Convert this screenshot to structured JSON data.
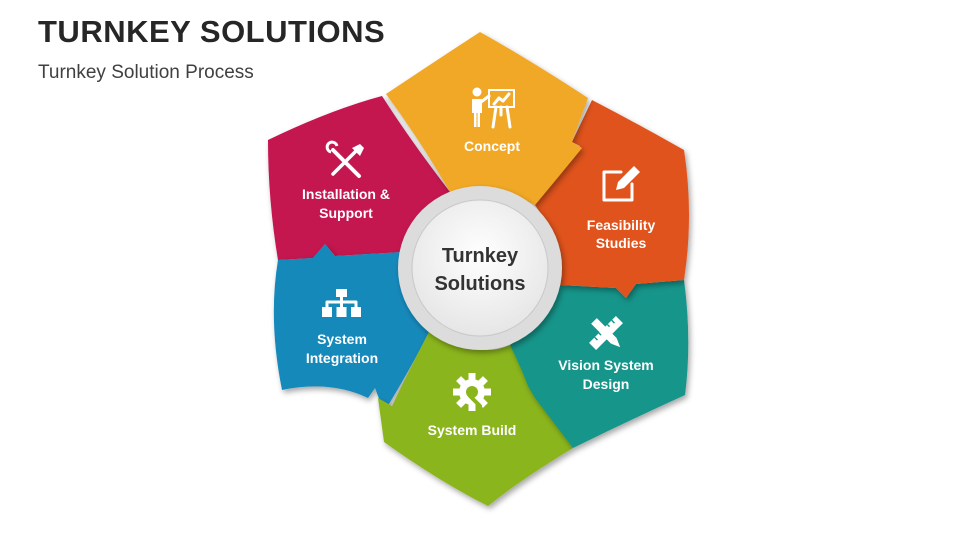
{
  "header": {
    "title": "TURNKEY SOLUTIONS",
    "subtitle": "Turnkey Solution Process"
  },
  "hub": {
    "line1": "Turnkey",
    "line2": "Solutions"
  },
  "segments": [
    {
      "id": "concept",
      "line1": "Concept",
      "line2": "",
      "color": "#F0A828",
      "icon": "presentation-icon"
    },
    {
      "id": "feasibility",
      "line1": "Feasibility",
      "line2": "Studies",
      "color": "#E0521F",
      "icon": "edit-icon"
    },
    {
      "id": "vision",
      "line1": "Vision System",
      "line2": "Design",
      "color": "#14958A",
      "icon": "ruler-pencil-icon"
    },
    {
      "id": "build",
      "line1": "System Build",
      "line2": "",
      "color": "#8BB51D",
      "icon": "gear-wrench-icon"
    },
    {
      "id": "integration",
      "line1": "System",
      "line2": "Integration",
      "color": "#1589BB",
      "icon": "hierarchy-icon"
    },
    {
      "id": "installation",
      "line1": "Installation &",
      "line2": "Support",
      "color": "#C4124F",
      "icon": "tools-icon"
    }
  ]
}
